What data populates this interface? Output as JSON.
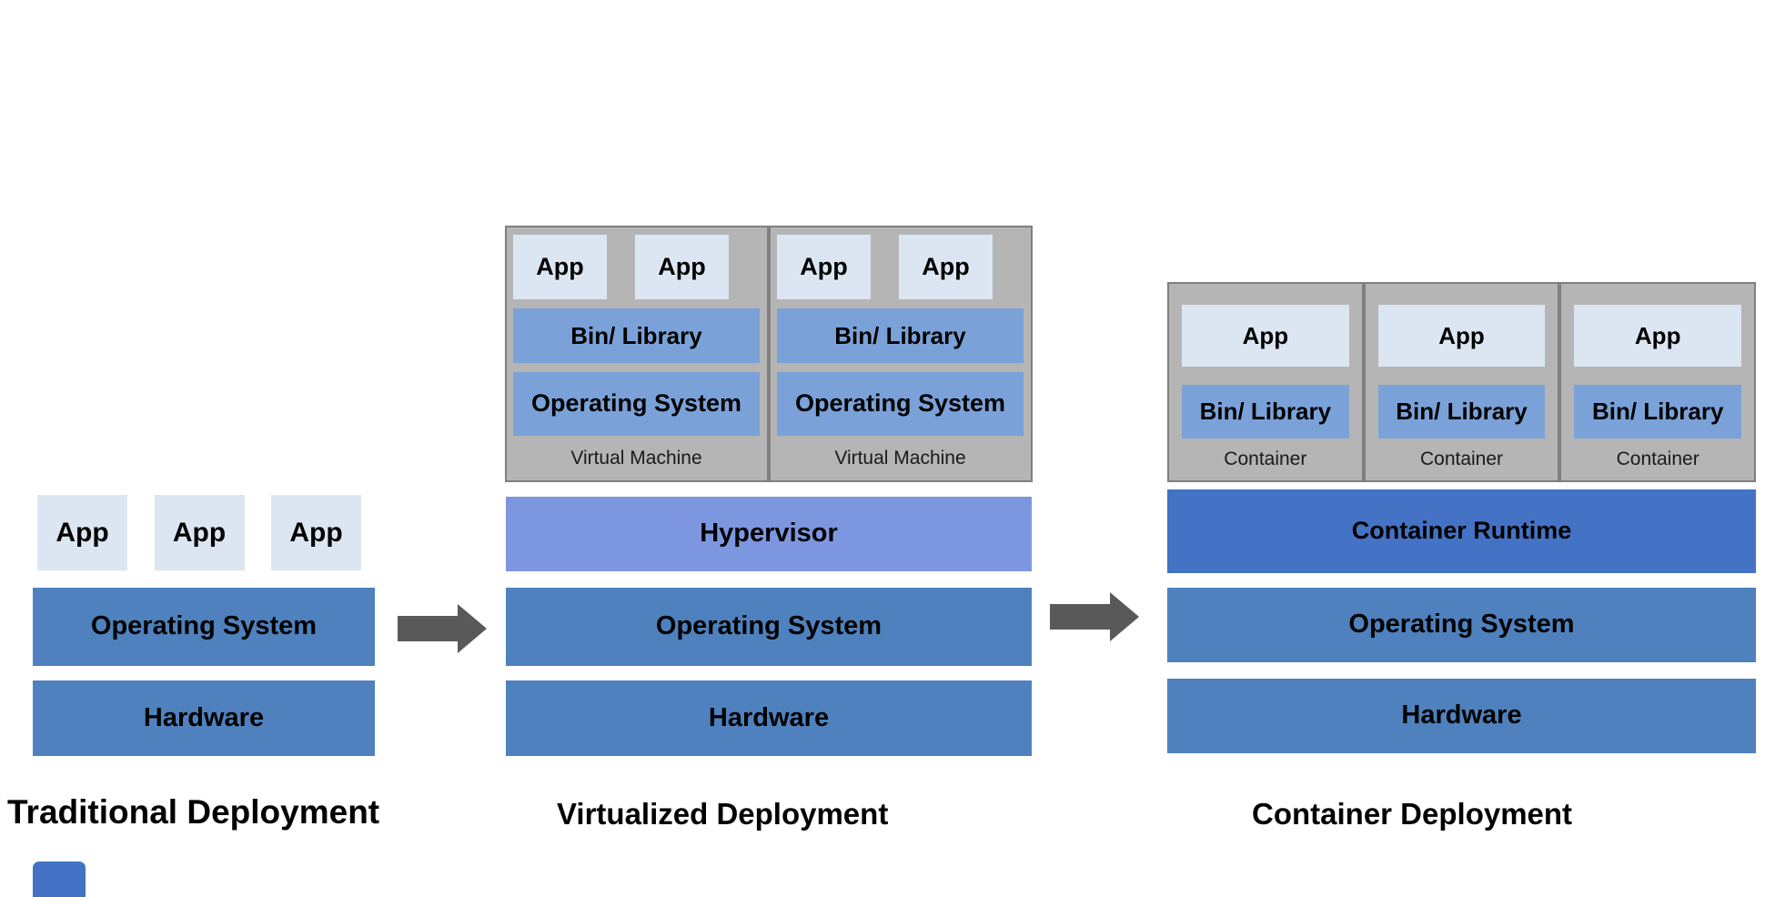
{
  "palette": {
    "app_fill": "#dce6f2",
    "bin_fill": "#7aa2d8",
    "os_fill": "#4e81bd",
    "hypervisor_fill": "#7d96e0",
    "runtime_fill": "#4472c4",
    "group_fill": "#b5b5b5",
    "group_border": "#7f7f7f",
    "arrow_fill": "#595959"
  },
  "icons": {
    "flow_arrow": "arrow-right"
  },
  "traditional": {
    "title": "Traditional Deployment",
    "apps": [
      "App",
      "App",
      "App"
    ],
    "os": "Operating System",
    "hardware": "Hardware"
  },
  "virtualized": {
    "title": "Virtualized Deployment",
    "vms": [
      {
        "label": "Virtual Machine",
        "apps": [
          "App",
          "App"
        ],
        "bin": "Bin/ Library",
        "os": "Operating System"
      },
      {
        "label": "Virtual Machine",
        "apps": [
          "App",
          "App"
        ],
        "bin": "Bin/ Library",
        "os": "Operating System"
      }
    ],
    "hypervisor": "Hypervisor",
    "os": "Operating System",
    "hardware": "Hardware"
  },
  "container": {
    "title": "Container Deployment",
    "containers": [
      {
        "label": "Container",
        "app": "App",
        "bin": "Bin/ Library"
      },
      {
        "label": "Container",
        "app": "App",
        "bin": "Bin/ Library"
      },
      {
        "label": "Container",
        "app": "App",
        "bin": "Bin/ Library"
      }
    ],
    "runtime": "Container Runtime",
    "os": "Operating System",
    "hardware": "Hardware"
  }
}
